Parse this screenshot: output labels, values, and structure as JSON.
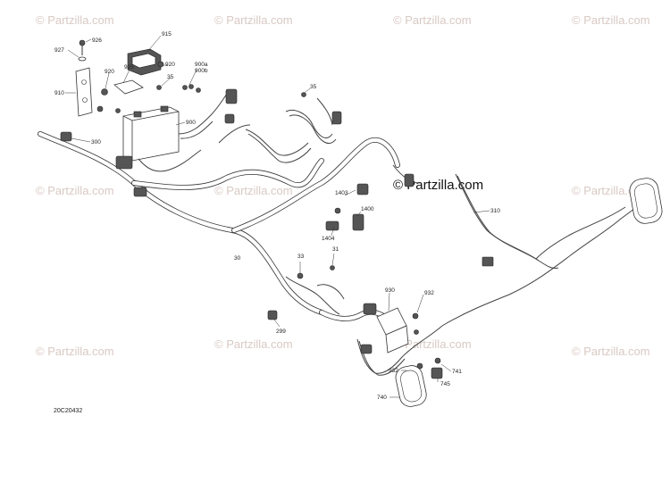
{
  "watermark": {
    "text": "© Partzilla.com",
    "brand_text": "© Partzilla.com"
  },
  "diagram_code": "20C20432",
  "callouts": [
    {
      "id": "926",
      "label": "926"
    },
    {
      "id": "927",
      "label": "927"
    },
    {
      "id": "915",
      "label": "915"
    },
    {
      "id": "925",
      "label": "925"
    },
    {
      "id": "920a",
      "label": "920"
    },
    {
      "id": "920b",
      "label": "920"
    },
    {
      "id": "900a",
      "label": "900a"
    },
    {
      "id": "900b",
      "label": "900b"
    },
    {
      "id": "35a",
      "label": "35"
    },
    {
      "id": "910",
      "label": "910"
    },
    {
      "id": "900",
      "label": "900"
    },
    {
      "id": "35b",
      "label": "35"
    },
    {
      "id": "300",
      "label": "300"
    },
    {
      "id": "1403",
      "label": "1403"
    },
    {
      "id": "1400",
      "label": "1400"
    },
    {
      "id": "1404",
      "label": "1404"
    },
    {
      "id": "310",
      "label": "310"
    },
    {
      "id": "30",
      "label": "30"
    },
    {
      "id": "33",
      "label": "33"
    },
    {
      "id": "31",
      "label": "31"
    },
    {
      "id": "930",
      "label": "930"
    },
    {
      "id": "932a",
      "label": "932"
    },
    {
      "id": "299",
      "label": "299"
    },
    {
      "id": "932b",
      "label": "932"
    },
    {
      "id": "741",
      "label": "741"
    },
    {
      "id": "745",
      "label": "745"
    },
    {
      "id": "740",
      "label": "740"
    }
  ]
}
